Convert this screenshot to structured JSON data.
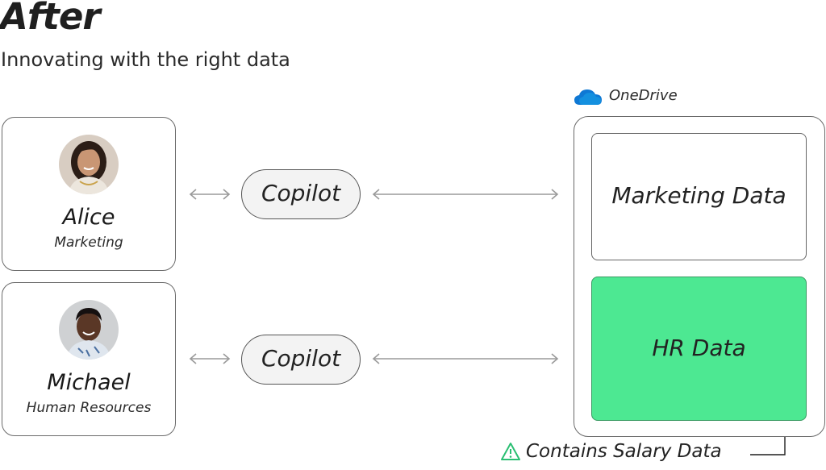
{
  "header": {
    "title": "After",
    "subtitle": "Innovating with the right data"
  },
  "people": [
    {
      "name": "Alice",
      "role": "Marketing"
    },
    {
      "name": "Michael",
      "role": "Human Resources"
    }
  ],
  "copilot": {
    "label": "Copilot"
  },
  "storage": {
    "service_label": "OneDrive",
    "blocks": [
      {
        "label": "Marketing Data",
        "color": "#ffffff"
      },
      {
        "label": "HR Data",
        "color": "#4de892"
      }
    ]
  },
  "warning": {
    "text": "Contains Salary Data",
    "icon": "warning-triangle-icon",
    "color": "#2bbf73"
  },
  "colors": {
    "onedrive_blue": "#0f78d4",
    "hr_green": "#4de892"
  }
}
